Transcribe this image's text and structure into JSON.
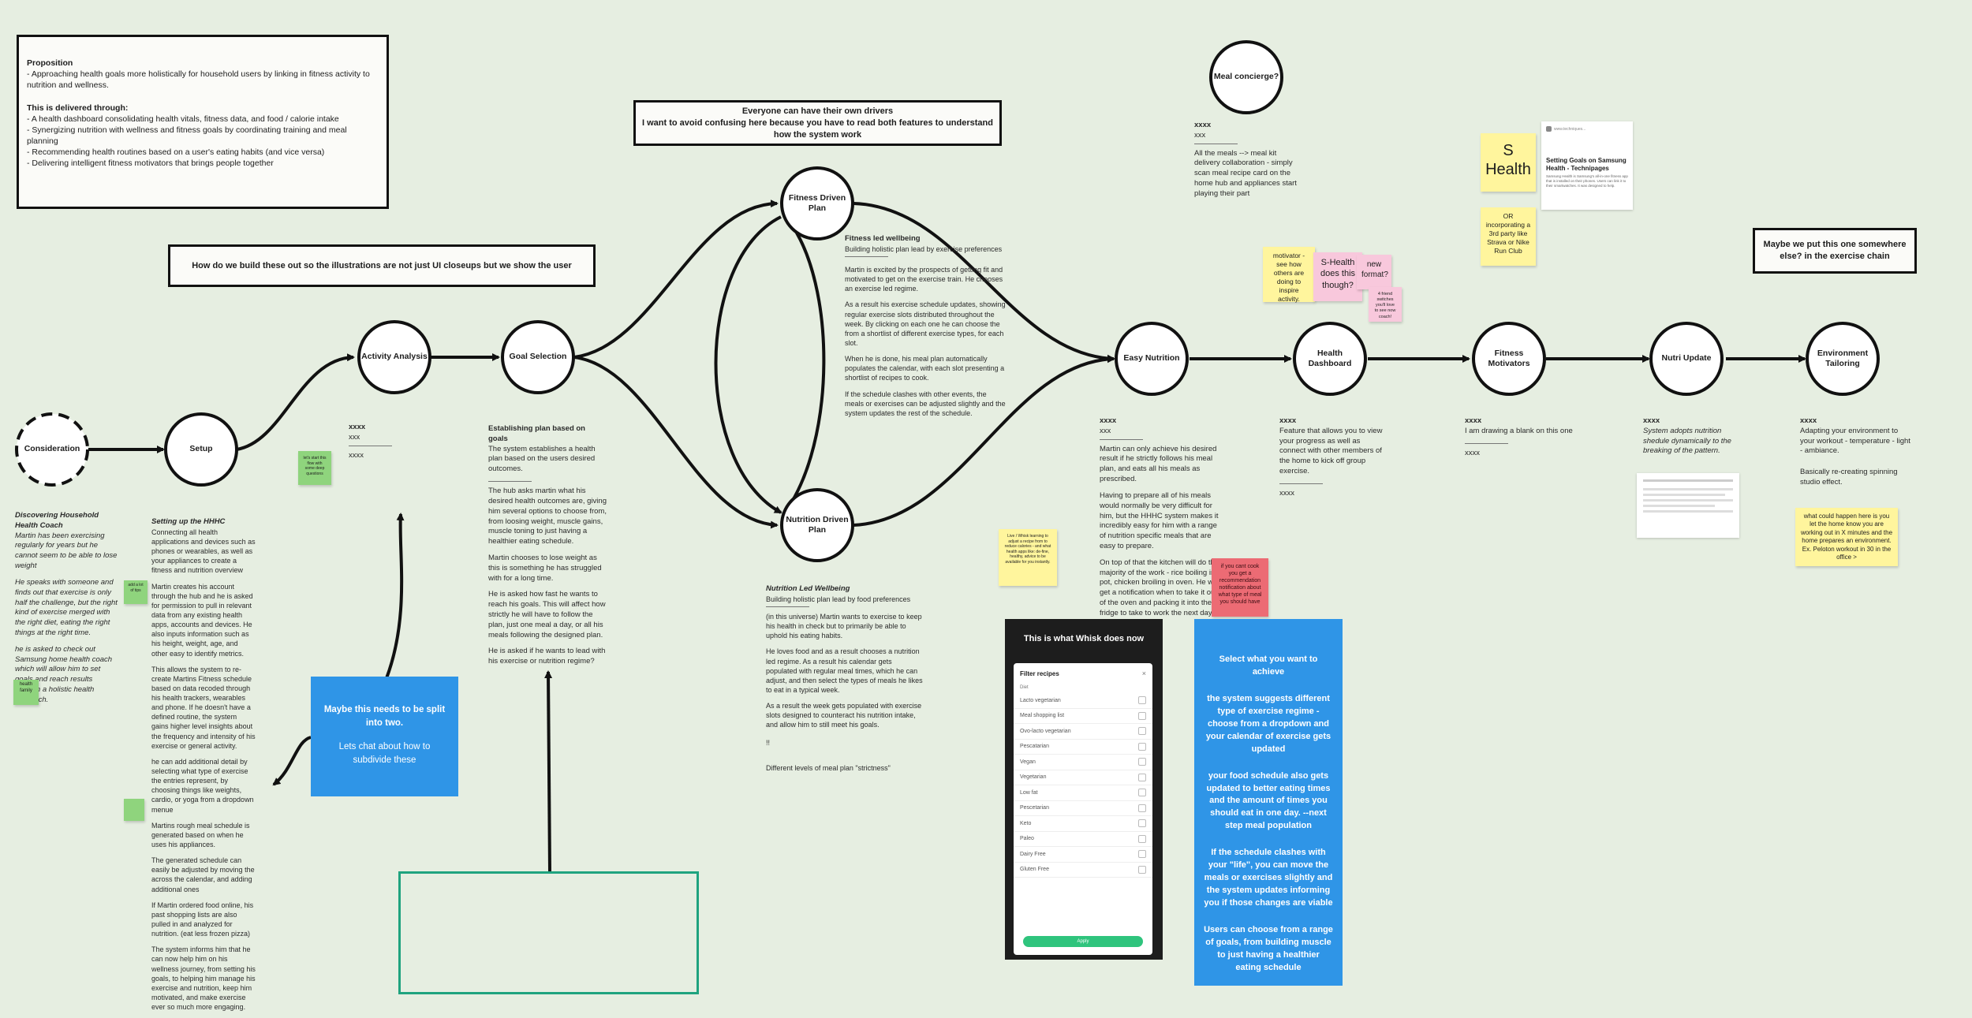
{
  "flow": {
    "nodes": [
      {
        "id": "consideration",
        "label": "Consideration",
        "dashed": true
      },
      {
        "id": "setup",
        "label": "Setup"
      },
      {
        "id": "activity",
        "label": "Activity Analysis"
      },
      {
        "id": "goal",
        "label": "Goal Selection"
      },
      {
        "id": "fitness_plan",
        "label": "Fitness Driven Plan"
      },
      {
        "id": "nutrition_plan",
        "label": "Nutrition Driven Plan"
      },
      {
        "id": "easy_nutrition",
        "label": "Easy Nutrition"
      },
      {
        "id": "health_dashboard",
        "label": "Health Dashboard"
      },
      {
        "id": "fitness_motivators",
        "label": "Fitness Motivators"
      },
      {
        "id": "nutri_update",
        "label": "Nutri Update"
      },
      {
        "id": "environment",
        "label": "Environment Tailoring"
      },
      {
        "id": "meal_concierge",
        "label": "Meal concierge?",
        "dashed": false
      }
    ]
  },
  "proposition": {
    "title": "Proposition",
    "intro": "- Approaching health goals more holistically for household users by linking in fitness activity to nutrition and wellness.",
    "subtitle": "This is delivered through:",
    "bullets": [
      "- A health dashboard consolidating health vitals, fitness data, and food / calorie intake",
      "- Synergizing nutrition with wellness and fitness goals by coordinating training and meal planning",
      "- Recommending health routines based on a user's eating habits (and vice versa)",
      "- Delivering intelligent fitness motivators that brings people together"
    ]
  },
  "callouts": {
    "illustrations": "How do we build these out so the illustrations are not just UI closeups but we show the user",
    "drivers_title": "Everyone can have their own drivers",
    "drivers_body": "I want to avoid confusing here because you have to read both features to understand how the system work",
    "exercise_chain": "Maybe we put this one somewhere else? in the exercise chain"
  },
  "notes": {
    "consideration": {
      "title": "Discovering Household Health Coach",
      "paras": [
        "Martin has been exercising regularly for years but he cannot seem to be able to lose weight",
        "He speaks with someone and finds out that exercise is only half the challenge, but the right kind of exercise merged with the right diet, eating the right things at the right time.",
        "he is asked to check out Samsung home health coach which will allow him to set goals and reach results through a holistic health approach."
      ]
    },
    "setup": {
      "title": "Setting up the HHHC",
      "paras": [
        "Connecting all health applications and devices such as phones or wearables, as well as your appliances to create a fitness and nutrition overview",
        "Martin creates his account through the hub and he is asked for permission to pull in relevant data from any existing health apps, accounts and devices. He also inputs information such as his height, weight, age, and other easy to identify metrics.",
        "This allows the system to re-create Martins Fitness schedule based on data recoded through his health trackers, wearables and phone. If he doesn't have a defined routine, the system gains higher level insights about the frequency and intensity of his exercise or general activity.",
        "he can add additional detail by selecting what type of exercise the entries represent, by choosing things like weights, cardio, or yoga from a dropdown menue",
        "Martins rough meal schedule is generated based on when he uses his appliances.",
        "The generated schedule can easily be adjusted by moving the across the calendar, and adding additional ones",
        "If Martin ordered food online, his past shopping lists are also pulled in and analyzed for nutrition. (eat less frozen pizza)",
        "The system informs him that he can now help him on his wellness journey, from setting his goals, to helping him manage his exercise and nutrition, keep him motivated, and make exercise ever so much more engaging."
      ]
    },
    "activity": {
      "title": "xxxx",
      "line1": "xxx",
      "line2": "xxxx"
    },
    "goal": {
      "title": "Establishing plan based on goals",
      "paras": [
        "The system establishes a health plan based on the users desired outcomes.",
        "The hub asks martin what his desired health outcomes are, giving him several options to choose from, from loosing weight, muscle gains, muscle toning to just having a healthier eating schedule.",
        "Martin chooses to lose weight as this is something he has struggled with for a long time.",
        "He is asked how fast he wants to reach his goals. This will affect how strictly he will have to follow the plan, just one meal a day, or all his meals following the designed plan.",
        "He is asked if he wants to lead with his exercise or nutrition regime?"
      ]
    },
    "fitness": {
      "title": "Fitness led wellbeing",
      "subtitle": "Building holistic plan lead by exercise preferences",
      "paras": [
        "Martin is excited by the prospects of getting fit and motivated to get on the exercise train. He chooses an exercise led regime.",
        "As a result his exercise schedule updates, showing regular exercise slots distributed throughout the week. By clicking on each one he can choose the from a shortlist of different exercise types, for each slot.",
        "When he is done, his meal plan automatically populates the calendar, with each slot presenting a shortlist of recipes to cook.",
        "If the schedule clashes with other events, the meals or exercises can be adjusted slightly and the system updates the rest of the schedule."
      ]
    },
    "nutrition": {
      "title": "Nutrition Led Wellbeing",
      "subtitle": "Building holistic plan lead by food preferences",
      "paras": [
        "(in this universe) Martin wants to exercise to keep his health in check but to primarily be able to uphold his eating habits.",
        "He loves food and as a result chooses a nutrition led regime. As a result his calendar gets populated with regular meal times, which he can adjust, and then select the types of meals he likes to eat in a typical week.",
        "As a result the week gets populated with exercise slots designed to counteract his nutrition intake, and allow him to still meet his goals.",
        "!!",
        "Different levels of meal plan \"strictness\""
      ]
    },
    "easy_nutrition": {
      "title": "xxxx",
      "line1": "xxx",
      "paras": [
        "Martin can only achieve his desired result if he strictly follows his meal plan, and eats all his meals as prescribed.",
        "Having to prepare all of his meals would normally be very difficult for him, but the HHHC system makes it incredibly easy for him with a range of nutrition specific meals that are easy to prepare.",
        "On top of that the kitchen will do the majority of the work - rice boiling in pot, chicken broiling in oven. He will get a notification when to take it out of the oven and packing it into the fridge to take to work the next day."
      ]
    },
    "health_dashboard": {
      "title": "xxxx",
      "body": "Feature that allows you to view your progress as well as connect with other members of the home to kick off group exercise.",
      "tail": "xxxx"
    },
    "fitness_motivators": {
      "title": "xxxx",
      "body": "I am drawing a blank on this one",
      "tail": "xxxx"
    },
    "nutri_update": {
      "title": "xxxx",
      "body": "System adopts nutrition shedule dynamically to the breaking of the pattern."
    },
    "environment": {
      "title": "xxxx",
      "body": "Adapting your environment to your workout - temperature - light - ambiance.",
      "body2": "Basically re-creating spinning studio effect."
    },
    "meal_concierge": {
      "title": "xxxx",
      "line1": "xxx",
      "body": "All the meals --> meal kit delivery collaboration - simply scan meal recipe card on the home hub and appliances start playing their part"
    }
  },
  "stickies": {
    "s_health": "S Health",
    "strava": "OR incorporating a 3rd party like Strava or Nike Run Club",
    "motivator": "motivator - see how others are doing to inspire activity.",
    "s_health_q": "S-Health does this though?",
    "new_format": "new format?",
    "pink_small": "4 friend switches you'll love to see now coach!",
    "small_green1": "let's start this flow with some deep questions",
    "small_green2": "add a lot of tips",
    "small_green3": "health family",
    "yellow_left": "Live / Whisk learning to adjust a recipe from to reduce calories - and what health apps like: de-fine, healthy, advice to be available for you instantly.",
    "red_note": "if you cant cook you get a recommendation notification about what type of meal you should have",
    "env_note": "what could happen here is you let the home know you are working out in X minutes and the home prepares an environment. Ex. Peloton workout in 30 in the office >"
  },
  "article": {
    "source": "www.techniques...",
    "title": "Setting Goals on Samsung Health - Technipages",
    "snippet": "Samsung Health is Samsung's all-in-one fitness app that is installed on their phones. Users can link it to their smartwatches. It was designed to help."
  },
  "blue_left": {
    "title": "Maybe this needs to be split into two.",
    "body": "Lets chat about how to subdivide these"
  },
  "blue_right": {
    "paras": [
      "Select what you want to achieve",
      "the system suggests different type of exercise regime - choose from a dropdown and your calendar of exercise gets updated",
      "your food schedule also gets updated to better eating times and the amount of times you should eat in one day. --next step meal population",
      "If the schedule clashes with your \"life\", you can move the meals or exercises slightly and the system updates informing you if those changes are viable",
      "Users can choose from a range of goals, from building muscle to just having a healthier eating schedule"
    ]
  },
  "whisk": {
    "title": "This is what Whisk does now",
    "modal_title": "Filter recipes",
    "section": "Diet",
    "options": [
      "Lacto vegetarian",
      "Meal shopping list",
      "Ovo-lacto vegetarian",
      "Pescatarian",
      "Vegan",
      "Vegetarian",
      "Low fat",
      "Pescetarian",
      "Keto",
      "Paleo",
      "Dairy Free",
      "Gluten Free"
    ],
    "apply": "Apply"
  },
  "colors": {
    "background": "#e6eee1",
    "yellow": "#fff59d",
    "pink": "#f8c8dc",
    "green": "#8fd47d",
    "red": "#ec6b74",
    "blue": "#2f95e7",
    "teal": "#1fa37f"
  }
}
